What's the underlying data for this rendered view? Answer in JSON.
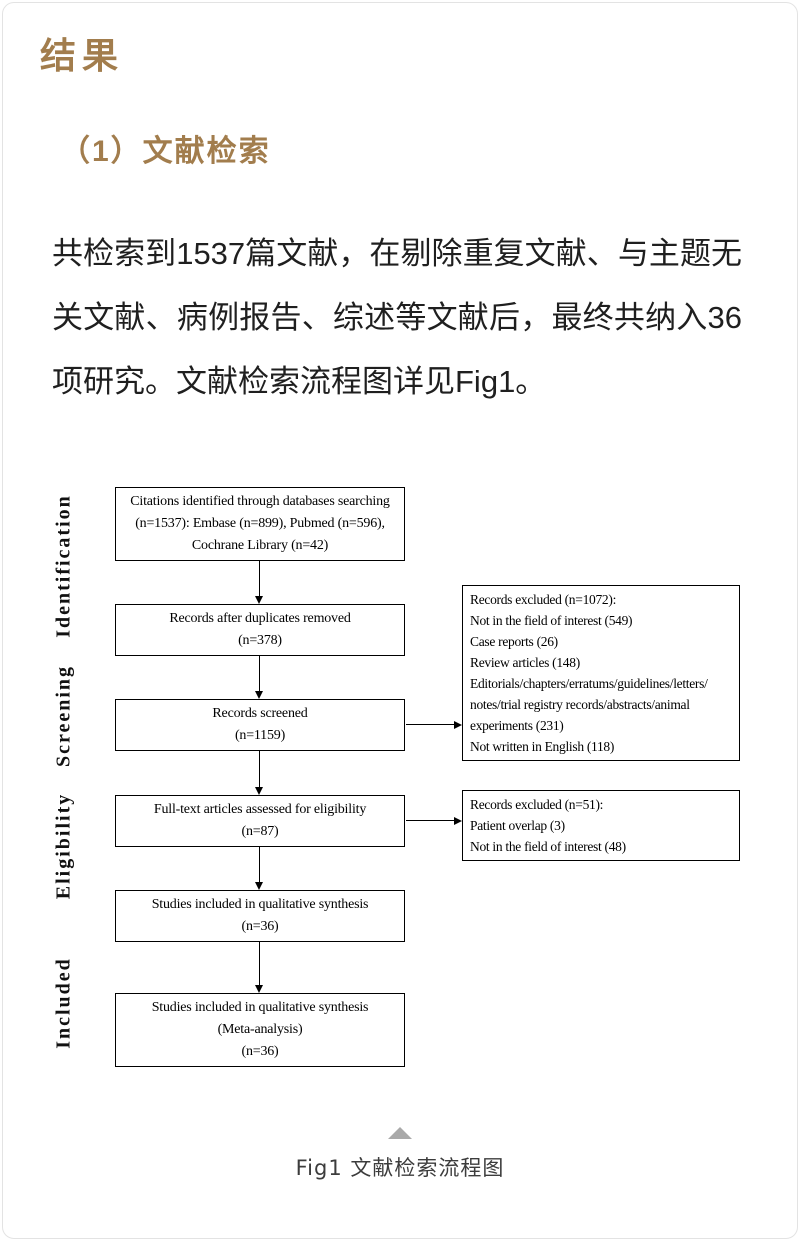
{
  "colors": {
    "heading": "#a27d4d",
    "body_text": "#1f1f1f",
    "box_border": "#000000",
    "caption_text": "#3c3c3c",
    "triangle": "#a9a9a9"
  },
  "page": {
    "title": "结果",
    "section_heading": "（1）文献检索",
    "paragraph": "共检索到1537篇文献，在剔除重复文献、与主题无关文献、病例报告、综述等文献后，最终共纳入36项研究。文献检索流程图详见Fig1。",
    "figure_caption": "Fig1 文献检索流程图"
  },
  "flowchart": {
    "stage_labels": [
      "Identification",
      "Screening",
      "Eligibility",
      "Included"
    ],
    "main_boxes": [
      {
        "lines": [
          "Citations identified through databases searching",
          "(n=1537): Embase (n=899), Pubmed (n=596),",
          "Cochrane Library (n=42)"
        ]
      },
      {
        "lines": [
          "Records after duplicates removed",
          "(n=378)"
        ]
      },
      {
        "lines": [
          "Records screened",
          "(n=1159)"
        ]
      },
      {
        "lines": [
          "Full-text articles assessed for eligibility",
          "(n=87)"
        ]
      },
      {
        "lines": [
          "Studies included in qualitative synthesis",
          "(n=36)"
        ]
      },
      {
        "lines": [
          "Studies included in qualitative synthesis",
          "(Meta-analysis)",
          "(n=36)"
        ]
      }
    ],
    "side_boxes": [
      {
        "lines": [
          "Records excluded (n=1072):",
          "Not in the field of interest (549)",
          "Case reports (26)",
          "Review articles (148)",
          "Editorials/chapters/erratums/guidelines/letters/",
          "notes/trial registry records/abstracts/animal",
          "experiments (231)",
          "Not written in English (118)"
        ]
      },
      {
        "lines": [
          "Records excluded (n=51):",
          "Patient overlap (3)",
          "Not in the field of interest (48)"
        ]
      }
    ]
  }
}
